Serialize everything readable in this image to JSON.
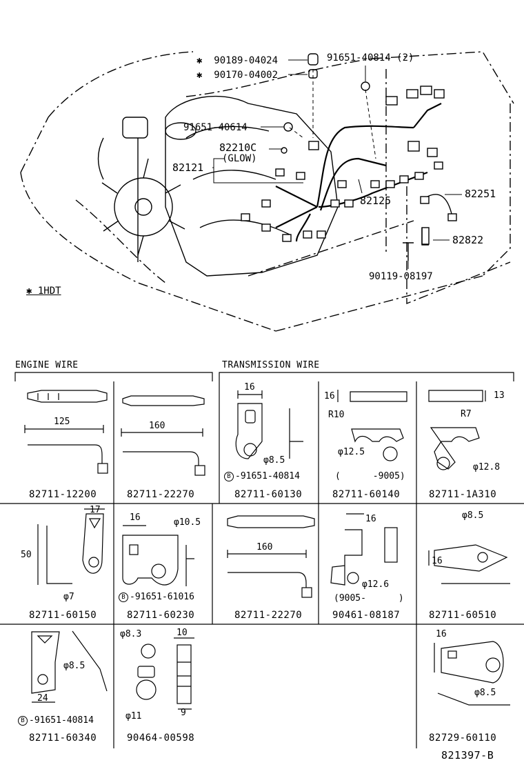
{
  "callouts": {
    "c1": {
      "mark": "✱",
      "pn": "90189-04024"
    },
    "c2": {
      "mark": "✱",
      "pn": "90170-04002"
    },
    "c3": "91651-40814 (2)",
    "c4": "91651-40614",
    "c5": "82210C",
    "c5b": "(GLOW)",
    "c6": "82121",
    "c7": "82125",
    "c8": "82251",
    "c9": "82822",
    "c10": "90119-08197",
    "note": "✱ 1HDT"
  },
  "sections": {
    "engine": "ENGINE WIRE",
    "transmission": "TRANSMISSION WIRE"
  },
  "parts": [
    {
      "pn": "82711-12200",
      "dims": [
        "125"
      ]
    },
    {
      "pn": "82711-22270",
      "dims": [
        "160"
      ]
    },
    {
      "pn": "82711-60130",
      "dims": [
        "16",
        "φ8.5"
      ],
      "ref": "91651-40814"
    },
    {
      "pn": "82711-60140",
      "dims": [
        "16",
        "R10",
        "φ12.5"
      ],
      "note": "(      -9005)"
    },
    {
      "pn": "82711-1A310",
      "dims": [
        "13",
        "R7",
        "φ12.8"
      ]
    },
    {
      "pn": "82711-60150",
      "dims": [
        "17",
        "50",
        "φ7"
      ]
    },
    {
      "pn": "82711-60230",
      "dims": [
        "16",
        "φ10.5"
      ],
      "ref": "91651-61016"
    },
    {
      "pn": "82711-22270",
      "dims": [
        "160"
      ]
    },
    {
      "pn": "90461-08187",
      "dims": [
        "16",
        "φ12.6"
      ],
      "note": "(9005-      )"
    },
    {
      "pn": "82711-60510",
      "dims": [
        "φ8.5",
        "16"
      ]
    },
    {
      "pn": "82711-60340",
      "dims": [
        "φ8.5",
        "24"
      ],
      "ref": "91651-40814"
    },
    {
      "pn": "90464-00598",
      "dims": [
        "φ8.3",
        "10",
        "φ11",
        "9"
      ]
    },
    {
      "pn": "82729-60110",
      "dims": [
        "16",
        "φ8.5"
      ]
    }
  ],
  "ref_mark": "B",
  "figure_code": "821397-B"
}
